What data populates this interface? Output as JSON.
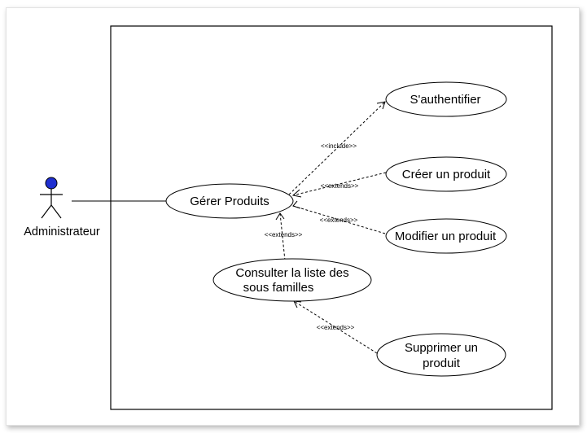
{
  "actor": {
    "name": "Administrateur",
    "head_color": "#1f2fd0"
  },
  "use_cases": {
    "gerer": "Gérer Produits",
    "auth": "S'authentifier",
    "creer": "Créer un produit",
    "modifier": "Modifier un produit",
    "consulter_line1": "Consulter la liste des",
    "consulter_line2": "sous familles",
    "supprimer_line1": "Supprimer un",
    "supprimer_line2": "produit"
  },
  "relations": {
    "include": "<<include>>",
    "extends_creer": "<<extends>>",
    "extends_modifier": "<<extends>>",
    "extends_consulter": "<<extends>>",
    "extends_supprimer": "<<extends>>"
  }
}
